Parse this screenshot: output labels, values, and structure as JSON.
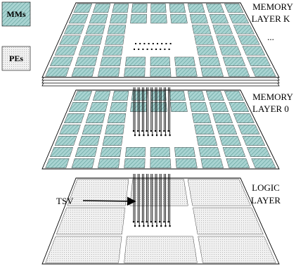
{
  "legend": {
    "mm_label": "MMs",
    "pe_label": "PEs"
  },
  "labels": {
    "memory_top_line1": "MEMORY",
    "memory_top_line2": "LAYER K",
    "ellipsis": "...",
    "memory_0_line1": "MEMORY",
    "memory_0_line2": "LAYER 0",
    "logic_line1": "LOGIC",
    "logic_line2": "LAYER",
    "tsv": "TSV"
  },
  "colors": {
    "memory_fill": "#a9d4d2",
    "memory_hatch": "#5f9d99",
    "pe_fill": "#f1f1f1",
    "pe_dots": "#9a9a9a",
    "stroke": "#000000"
  }
}
